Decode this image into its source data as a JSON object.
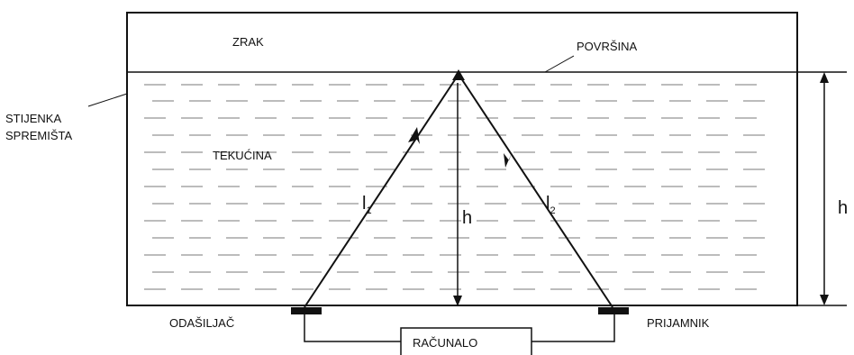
{
  "labels": {
    "air": "ZRAK",
    "surface": "POVRŠINA",
    "tank_wall_line1": "STIJENKA",
    "tank_wall_line2": "SPREMIŠTA",
    "liquid": "TEKUĆINA",
    "path1_letter": "l",
    "path1_sub": "1",
    "height_inner": "h",
    "path2_letter": "l",
    "path2_sub": "2",
    "height_outer": "h",
    "transmitter": "ODAŠILJAČ",
    "receiver": "PRIJAMNIK",
    "computer": "RAČUNALO"
  },
  "colors": {
    "ink": "#111111",
    "liquid_dash": "#7a7a7a"
  }
}
